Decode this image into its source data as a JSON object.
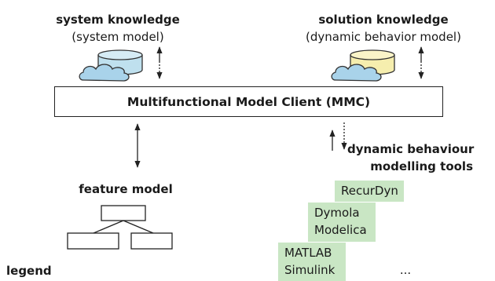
{
  "system_knowledge": {
    "title": "system knowledge",
    "subtitle": "(system model)"
  },
  "solution_knowledge": {
    "title": "solution knowledge",
    "subtitle": "(dynamic behavior model)"
  },
  "mmc": {
    "label": "Multifunctional Model Client (MMC)"
  },
  "feature_model": {
    "label": "feature model"
  },
  "tools": {
    "title_line1": "dynamic behaviour",
    "title_line2": "modelling tools",
    "recurdyn": "RecurDyn",
    "dymola_line1": "Dymola",
    "dymola_line2": "Modelica",
    "matlab_line1": "MATLAB",
    "matlab_line2": "Simulink",
    "more": "..."
  },
  "legend": {
    "label": "legend"
  },
  "colors": {
    "db_system": "#bfe0ee",
    "db_solution": "#f6eeae",
    "cloud": "#a9d3ea",
    "tool_bg": "#c9e6c4"
  }
}
